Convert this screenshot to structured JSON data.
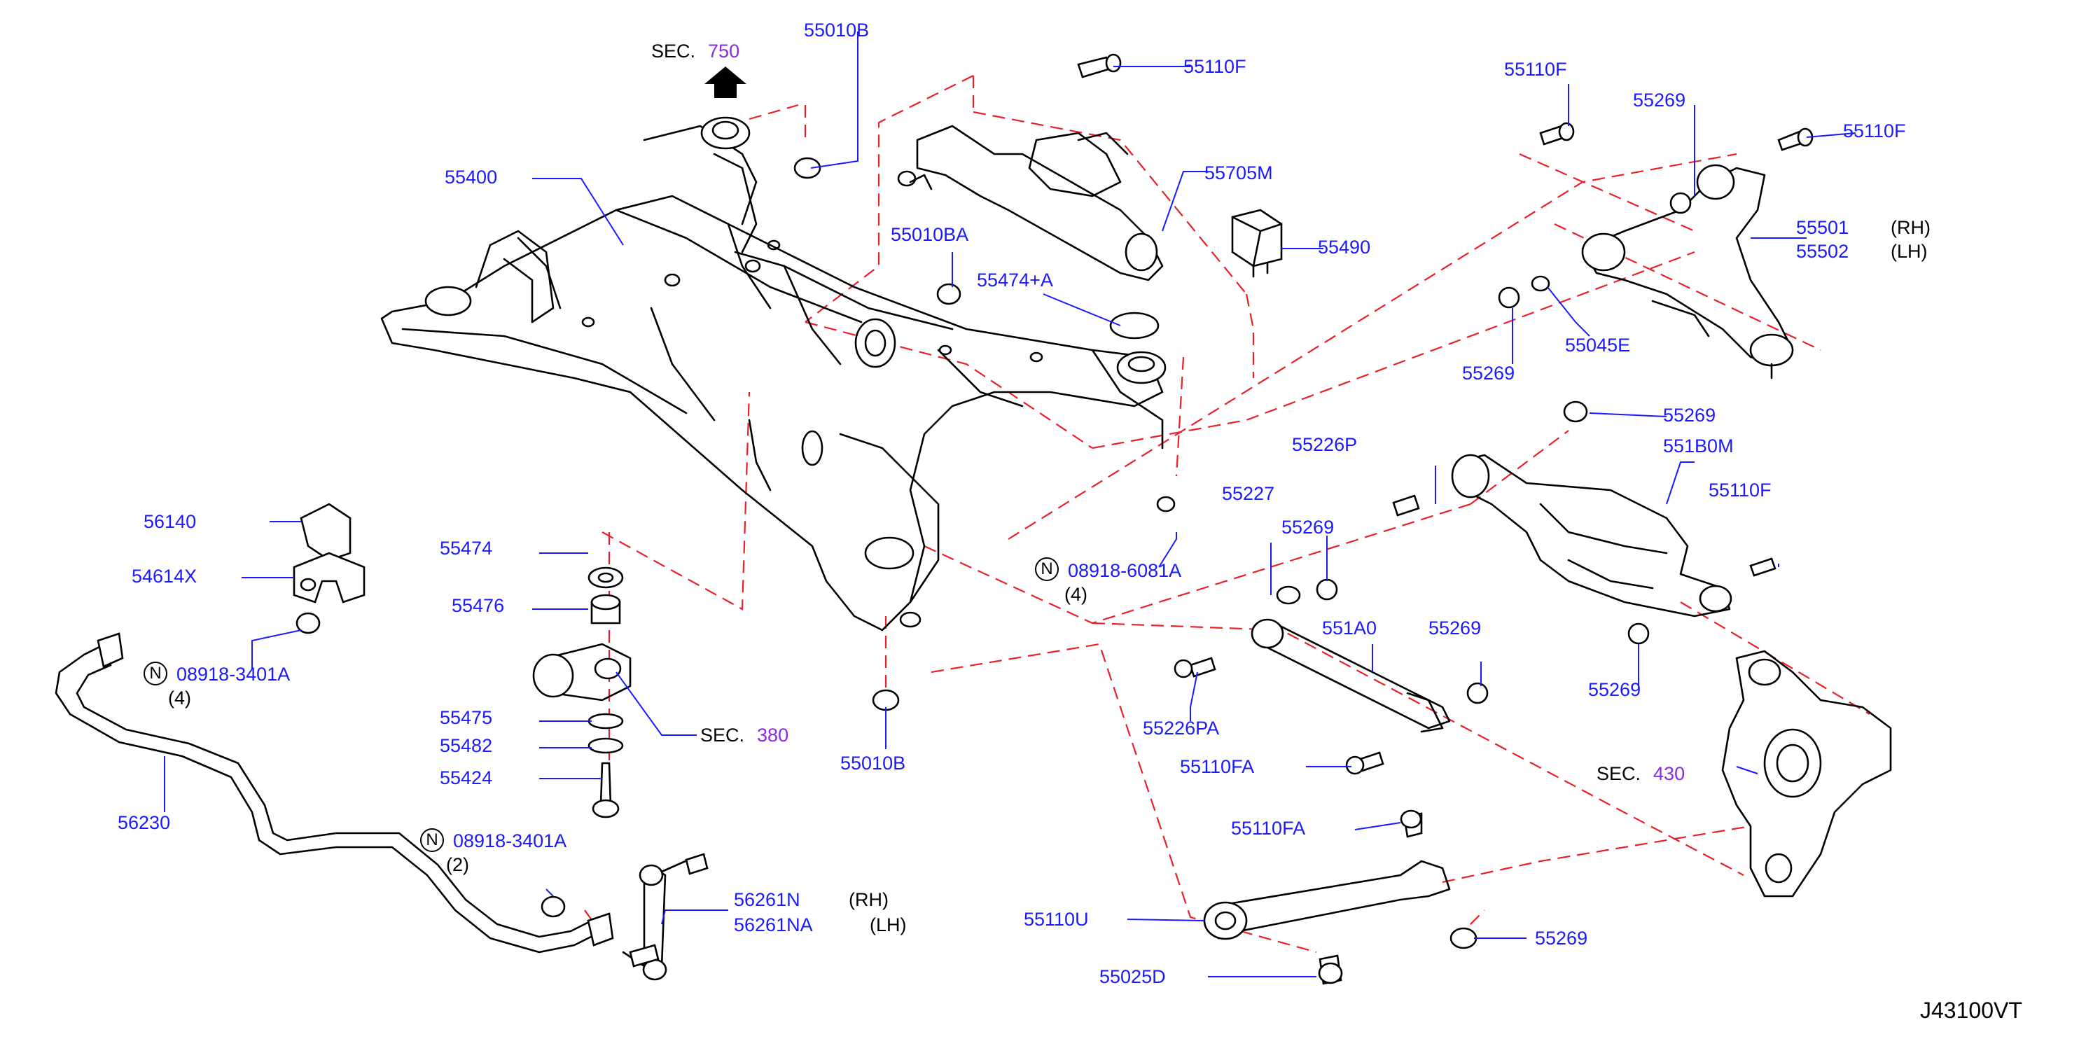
{
  "drawing_ref": "J43100VT",
  "sections": [
    {
      "prefix": "SEC.",
      "number": "750"
    },
    {
      "prefix": "SEC.",
      "number": "380"
    },
    {
      "prefix": "SEC.",
      "number": "430"
    }
  ],
  "labels": [
    "55010B",
    "55110F",
    "55400",
    "55705M",
    "55010BA",
    "55474+A",
    "55490",
    "55110F",
    "55269",
    "55110F",
    "55501",
    "(RH)",
    "55502",
    "(LH)",
    "55269",
    "55045E",
    "55269",
    "55226P",
    "551B0M",
    "55110F",
    "56140",
    "54614X",
    "55474",
    "55476",
    "55227",
    "55269",
    "08918-6081A",
    "(4)",
    "551A0",
    "55269",
    "55269",
    "08918-3401A",
    "(4)",
    "55475",
    "55482",
    "55424",
    "55010B",
    "55226PA",
    "55110FA",
    "56230",
    "55110FA",
    "08918-3401A",
    "(2)",
    "56261N",
    "(RH)",
    "56261NA",
    "(LH)",
    "55110U",
    "55269",
    "55025D"
  ],
  "nut_symbol": "N"
}
